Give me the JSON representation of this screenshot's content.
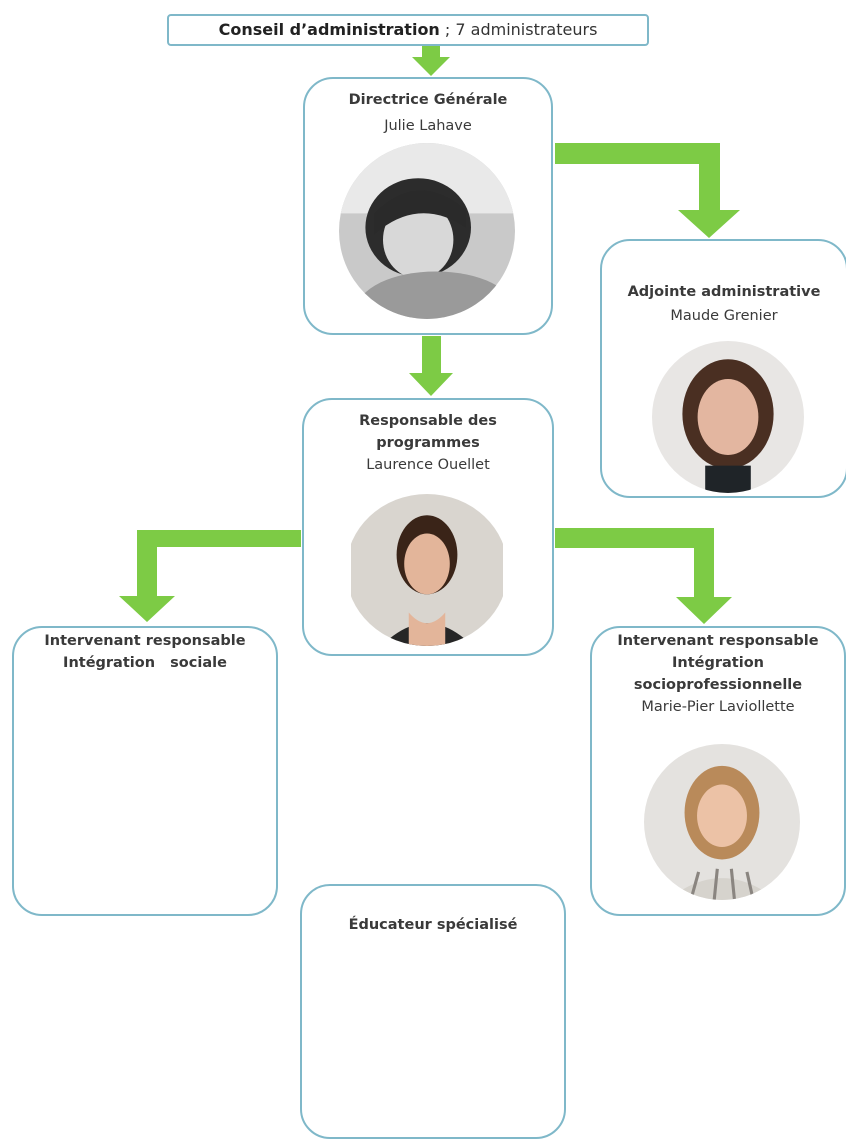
{
  "board": {
    "label_bold": "Conseil d’administration",
    "label_rest": " ; 7 administrateurs"
  },
  "director": {
    "title": "Directrice Générale",
    "name": "Julie Lahave",
    "avatar": "person-photo-grayscale"
  },
  "assistant": {
    "title": "Adjointe administrative",
    "name": "Maude Grenier",
    "avatar": "person-photo"
  },
  "programs": {
    "title_line1": "Responsable des",
    "title_line2": "programmes",
    "name": "Laurence Ouellet",
    "avatar": "person-photo"
  },
  "social": {
    "title_line1": "Intervenant responsable",
    "title_line2": "Intégration   sociale"
  },
  "socio": {
    "title_line1": "Intervenant responsable",
    "title_line2": "Intégration",
    "title_line3": "socioprofessionnelle",
    "name": "Marie-Pier Laviollette",
    "avatar": "person-photo"
  },
  "educator": {
    "title": "Éducateur spécialisé"
  },
  "colors": {
    "arrow": "#7dcb45",
    "border": "#7fb8c9"
  }
}
